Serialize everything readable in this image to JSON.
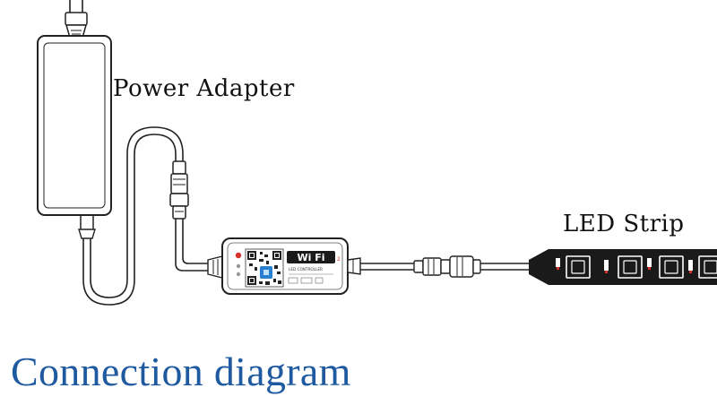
{
  "diagram": {
    "labels": {
      "power_adapter": "Power Adapter",
      "led_strip": "LED Strip"
    },
    "title": "Connection diagram",
    "controller": {
      "wifi_brand": "Wi Fi",
      "subtitle": "LED CONTROLLER"
    }
  },
  "colors": {
    "title": "#1f5aa0",
    "line": "#222222",
    "wifi_badge": "#1a1a1a",
    "indicator_red": "#d9302a",
    "qr_blue": "#2a7fd0"
  }
}
